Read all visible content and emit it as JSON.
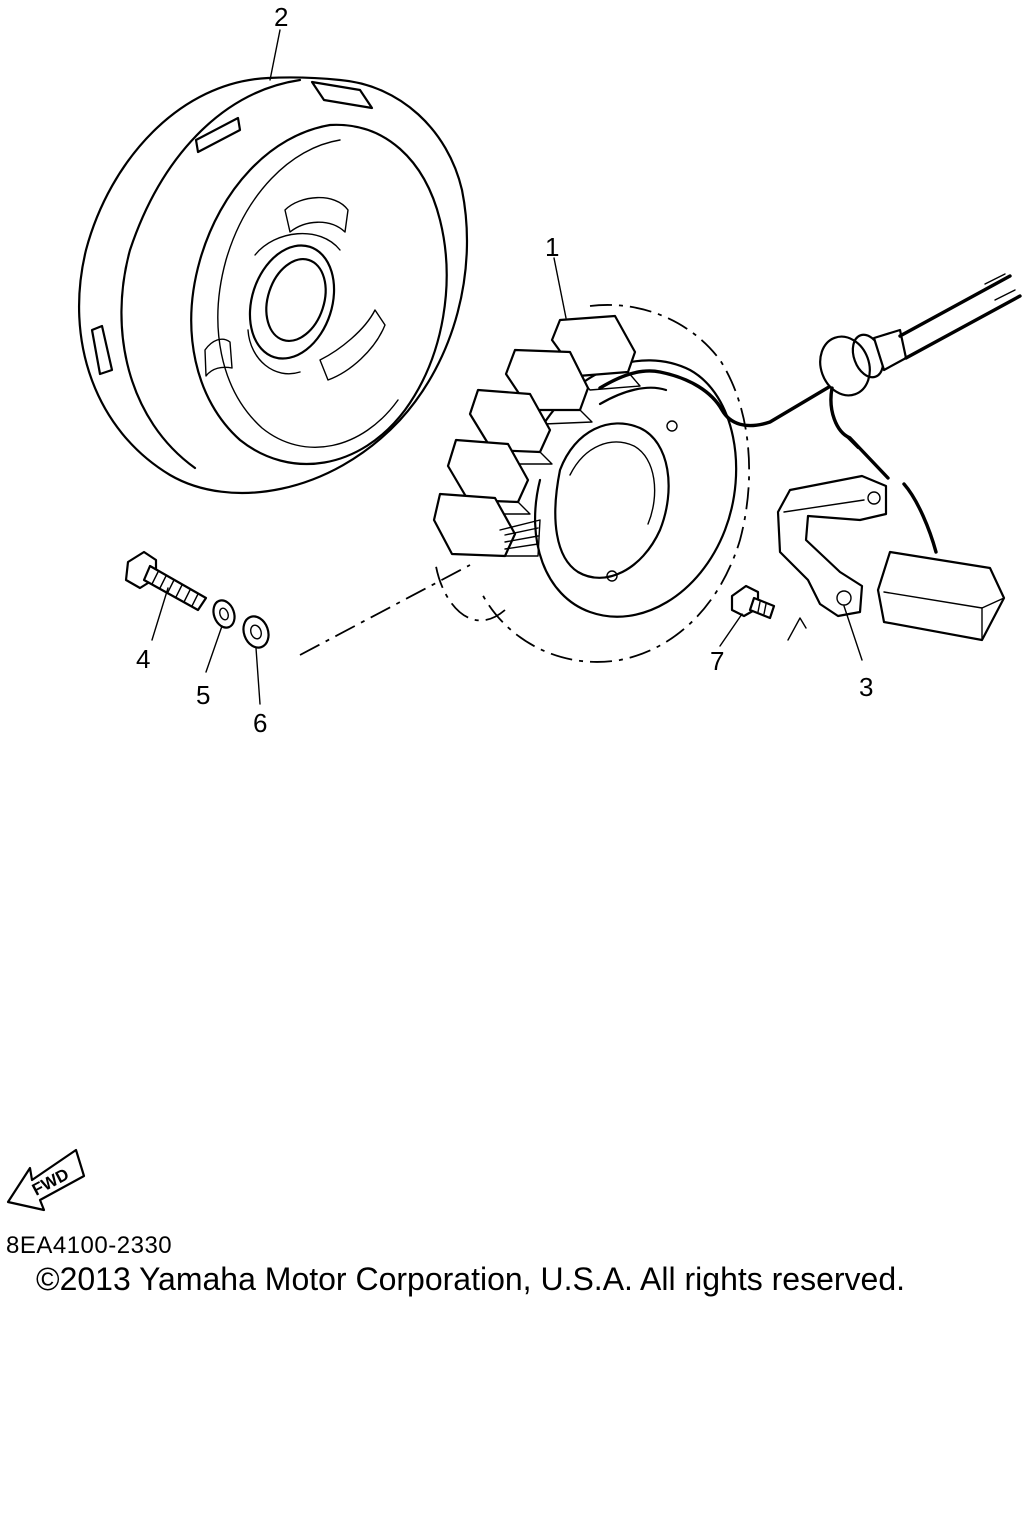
{
  "callouts": {
    "c1": "1",
    "c2": "2",
    "c3": "3",
    "c4": "4",
    "c5": "5",
    "c6": "6",
    "c7": "7"
  },
  "fwd_label": "FWD",
  "footer": {
    "part_code": "8EA4100-2330",
    "copyright": "©2013 Yamaha Motor Corporation, U.S.A. All rights reserved."
  },
  "colors": {
    "line": "#000000",
    "background": "#ffffff"
  }
}
